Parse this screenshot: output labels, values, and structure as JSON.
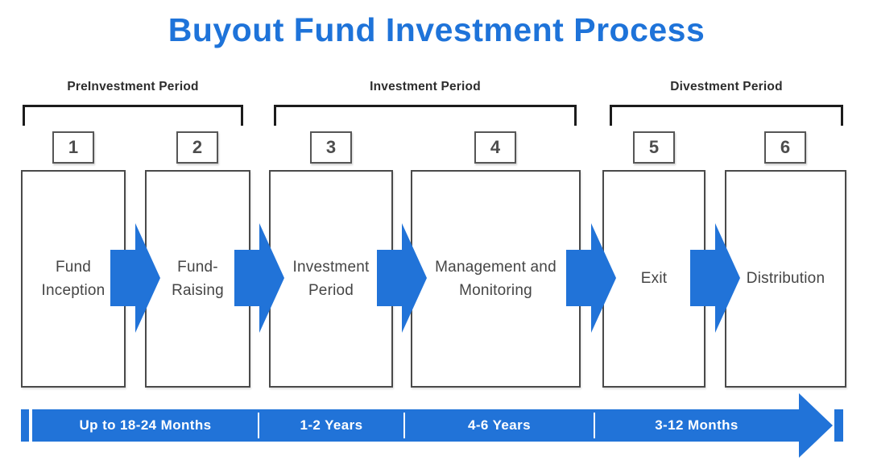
{
  "title": "Buyout Fund Investment Process",
  "colors": {
    "accent_blue": "#2173d8",
    "title_blue": "#1e73d9",
    "box_border_gray": "#4a4a4a",
    "text_gray": "#454545",
    "bracket_black": "#1c1c1c",
    "timeline_text": "#ffffff"
  },
  "periods": [
    {
      "label": "PreInvestment Period"
    },
    {
      "label": "Investment Period"
    },
    {
      "label": "Divestment Period"
    }
  ],
  "stages": [
    {
      "number": "1",
      "label": "Fund Inception"
    },
    {
      "number": "2",
      "label": "Fund-Raising"
    },
    {
      "number": "3",
      "label": "Investment Period"
    },
    {
      "number": "4",
      "label": "Management and Monitoring"
    },
    {
      "number": "5",
      "label": "Exit"
    },
    {
      "number": "6",
      "label": "Distribution"
    }
  ],
  "timeline": {
    "segments": [
      {
        "label": "Up to 18-24 Months"
      },
      {
        "label": "1-2 Years"
      },
      {
        "label": "4-6 Years"
      },
      {
        "label": "3-12 Months"
      }
    ]
  }
}
